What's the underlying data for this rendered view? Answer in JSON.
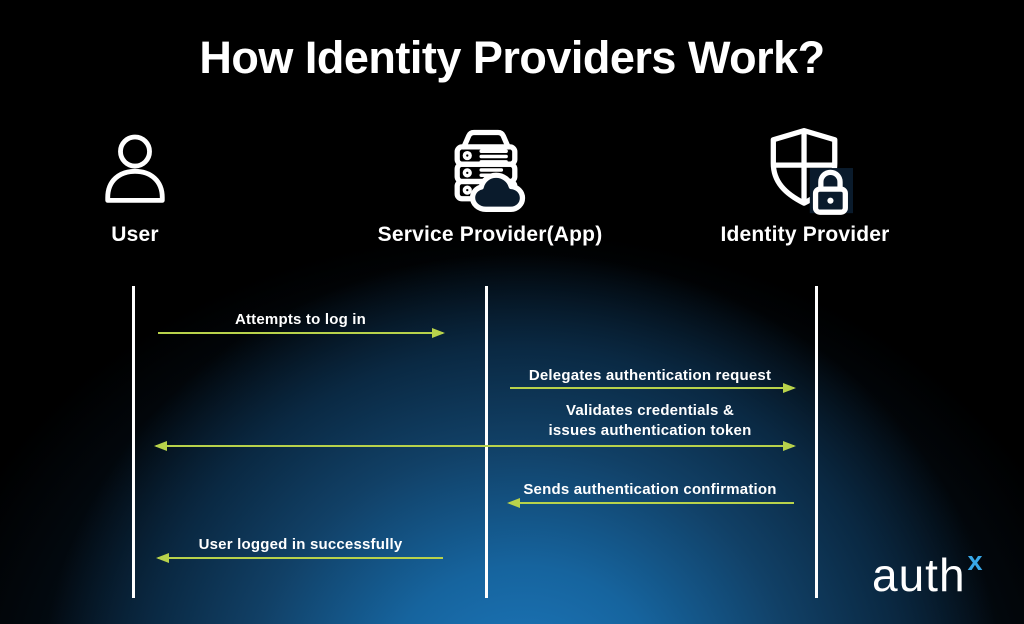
{
  "title": "How Identity Providers Work?",
  "colors": {
    "arrow_green": "#b8d24b",
    "logo_blue": "#38a8e8",
    "bg_glow": "#1d7ac0",
    "icon_knockout": "#0a1b2c",
    "text_white": "#ffffff"
  },
  "actors": [
    {
      "id": "user",
      "label": "User",
      "icon": "user-icon"
    },
    {
      "id": "service-provider",
      "label": "Service Provider(App)",
      "icon": "server-cloud-icon"
    },
    {
      "id": "identity-provider",
      "label": "Identity Provider",
      "icon": "shield-lock-icon"
    }
  ],
  "messages": [
    {
      "label": "Attempts to log in",
      "from": "User",
      "to": "Service Provider(App)",
      "direction": "right"
    },
    {
      "label": "Delegates authentication request",
      "from": "Service Provider(App)",
      "to": "Identity Provider",
      "direction": "right"
    },
    {
      "label_line1": "Validates credentials &",
      "label_line2": "issues authentication token",
      "from": "Identity Provider",
      "to": "User",
      "direction": "both"
    },
    {
      "label": "Sends authentication confirmation",
      "from": "Identity Provider",
      "to": "Service Provider(App)",
      "direction": "left"
    },
    {
      "label": "User logged in successfully",
      "from": "Service Provider(App)",
      "to": "User",
      "direction": "left"
    }
  ],
  "logo": {
    "text": "auth",
    "superscript": "x"
  }
}
